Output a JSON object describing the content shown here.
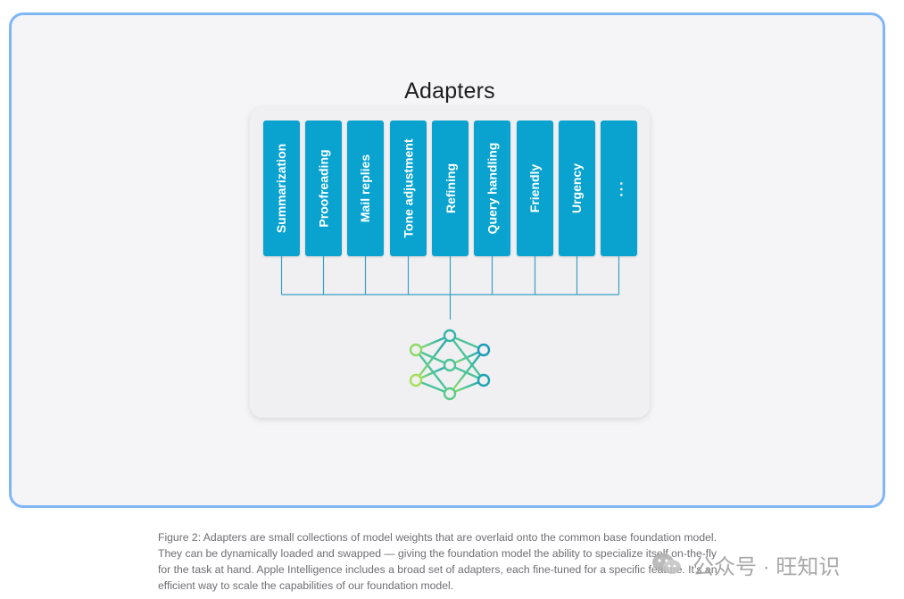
{
  "diagram": {
    "title": "Adapters",
    "adapters": [
      "Summarization",
      "Proofreading",
      "Mail replies",
      "Tone adjustment",
      "Refining",
      "Query handling",
      "Friendly",
      "Urgency",
      "..."
    ],
    "colors": {
      "tile": "#0aa3cf",
      "connector": "#3a9fc2",
      "frame_border": "#7fb7f5",
      "network_start": "#a6e05a",
      "network_end": "#1a9bb8"
    },
    "network_icon": "neural-network-icon"
  },
  "caption": {
    "lines": [
      "Figure 2: Adapters are small collections of model weights that are overlaid onto the common base foundation model.",
      "They can be dynamically loaded and swapped — giving the foundation model the ability to specialize itself on-the-fly",
      "for the task at hand. Apple Intelligence includes a broad set of adapters, each fine-tuned for a specific feature. It’s an",
      "efficient way to scale the capabilities of our foundation model."
    ]
  },
  "watermark": {
    "text": "公众号 · 旺知识",
    "icon": "wechat-icon"
  }
}
